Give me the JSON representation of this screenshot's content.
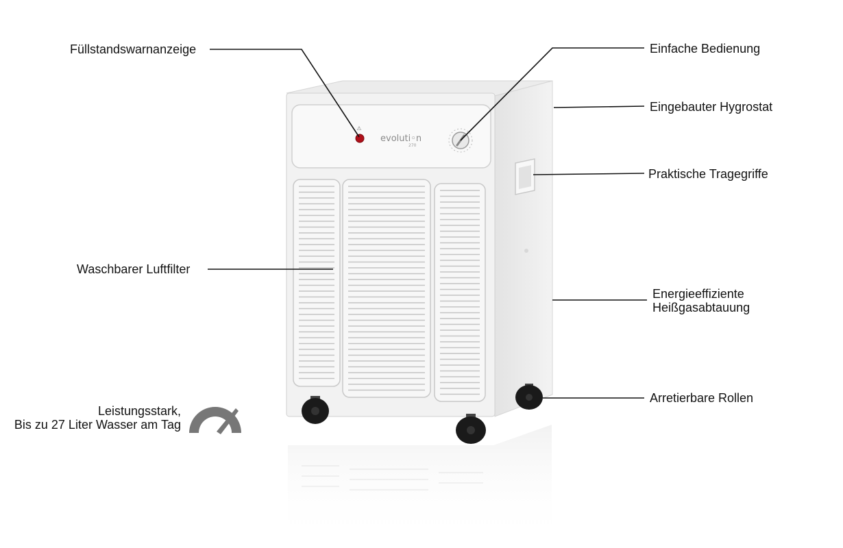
{
  "device": {
    "brand_text": "evoluti◦n",
    "model_text": "270"
  },
  "labels": {
    "level_warning": "Füllstandswarnanzeige",
    "easy_operation": "Einfache Bedienung",
    "built_in_hygrostat": "Eingebauter Hygrostat",
    "carry_handles": "Praktische Tragegriffe",
    "washable_filter": "Waschbarer Luftfilter",
    "energy_defrost_line1": "Energieeffiziente",
    "energy_defrost_line2": "Heißgasabtauung",
    "lockable_wheels": "Arretierbare Rollen",
    "power_line1": "Leistungsstark,",
    "power_line2": "Bis zu 27 Liter Wasser am Tag"
  },
  "icons": {
    "power": "speedometer-icon"
  },
  "colors": {
    "body": "#f1f1f1",
    "panel": "#f7f7f7",
    "indicator": "#b0101a",
    "wheel": "#1a1a1a",
    "gauge_icon": "#777777",
    "line": "#111111"
  }
}
